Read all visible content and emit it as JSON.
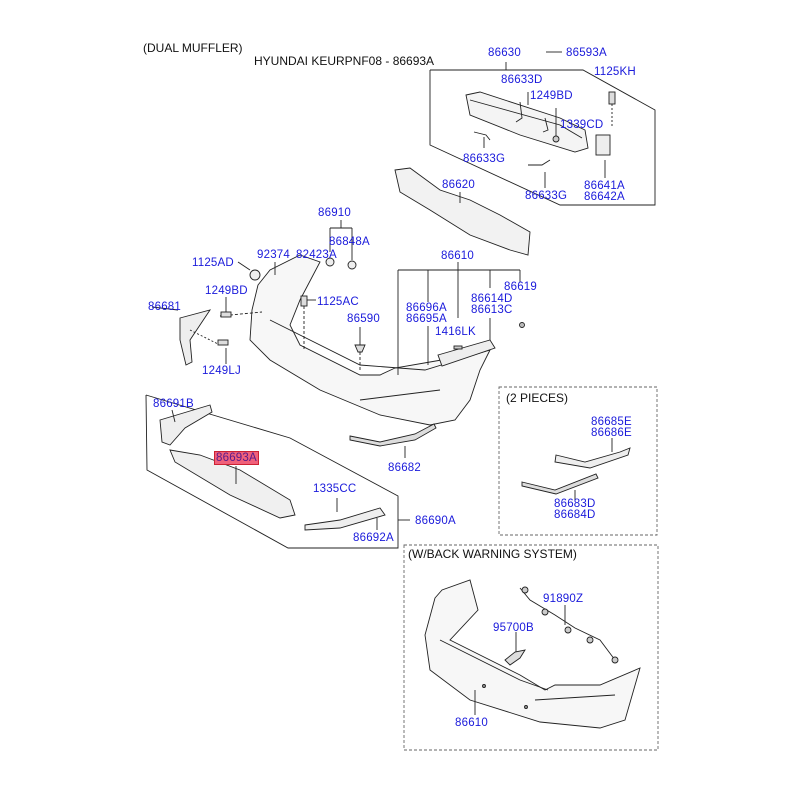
{
  "header": {
    "variant_note": "(DUAL MUFFLER)",
    "title": "HYUNDAI KEURPNF08 - 86693A"
  },
  "highlight_color": "#f0607a",
  "label_color": "#1a1adb",
  "parts": {
    "p86630": "86630",
    "p86593A": "86593A",
    "p1125KH": "1125KH",
    "p86633D": "86633D",
    "p1249BD_top": "1249BD",
    "p1339CD": "1339CD",
    "p86633G_left": "86633G",
    "p86633G_right": "86633G",
    "p86641A": "86641A",
    "p86642A": "86642A",
    "p86620": "86620",
    "p86910": "86910",
    "p86848A": "86848A",
    "p92374": "92374",
    "p82423A": "82423A",
    "p1125AD": "1125AD",
    "p1249BD_left": "1249BD",
    "p86681": "86681",
    "p1125AC": "1125AC",
    "p86590": "86590",
    "p1249LJ": "1249LJ",
    "p86610_main": "86610",
    "p86619": "86619",
    "p86696A": "86696A",
    "p86695A": "86695A",
    "p86614D": "86614D",
    "p86613C": "86613C",
    "p1416LK": "1416LK",
    "p86691B": "86691B",
    "p86693A": "86693A",
    "p86682": "86682",
    "p1335CC": "1335CC",
    "p86690A": "86690A",
    "p86692A": "86692A",
    "p86685E": "86685E",
    "p86686E": "86686E",
    "p86683D": "86683D",
    "p86684D": "86684D",
    "p91890Z": "91890Z",
    "p95700B": "95700B",
    "p86610_sensor": "86610"
  },
  "boxes": {
    "two_pieces_note": "(2 PIECES)",
    "back_warning_note": "(W/BACK WARNING SYSTEM)"
  }
}
